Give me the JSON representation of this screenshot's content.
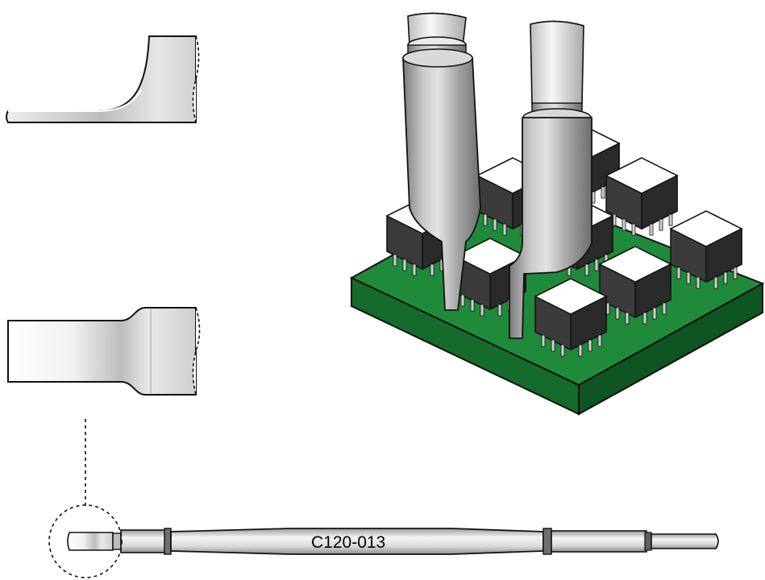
{
  "tip_label": "C120-013",
  "colors": {
    "metal_light": "#f4f4f4",
    "metal_mid": "#c9c9c9",
    "metal_dark": "#8a8a8a",
    "pcb_green": "#1f8a3a",
    "pcb_dark": "#0f5a24",
    "component_dark": "#3a3a3a",
    "component_top": "#ffffff",
    "outline": "#111111"
  },
  "icons": [
    "side-view-tip",
    "top-view-tip",
    "desoldering-illustration",
    "full-cartridge",
    "detail-callout-circle"
  ]
}
